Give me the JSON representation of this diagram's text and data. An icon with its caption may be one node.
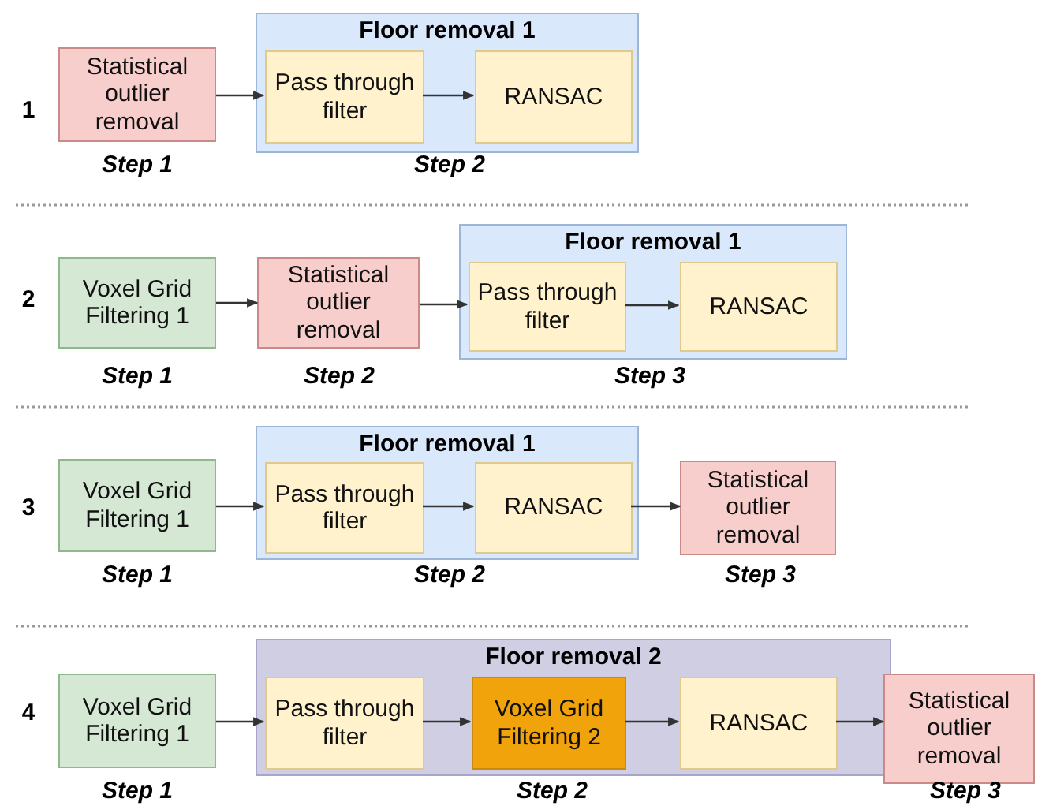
{
  "diagram": {
    "nodes": [
      {
        "text": [
          "Statistical outlier removal"
        ],
        "beside": [
          "Step 1"
        ]
      },
      {
        "text": [
          "Floor removal 1"
        ],
        "beside": [
          "Step 2"
        ]
      },
      {
        "text": [
          "Pass through filter"
        ],
        "in": 1
      },
      {
        "text": [
          "RANSAC"
        ],
        "in": 1
      },
      {
        "text": [
          "Voxel Grid Filtering 1"
        ],
        "beside": [
          "Step 1"
        ]
      },
      {
        "text": [
          "Statistical outlier removal"
        ],
        "beside": [
          "Step 2"
        ]
      },
      {
        "text": [
          "Floor removal 1"
        ],
        "beside": [
          "Step 3"
        ]
      },
      {
        "text": [
          "Pass through filter"
        ],
        "in": 6
      },
      {
        "text": [
          "RANSAC"
        ],
        "in": 6
      },
      {
        "text": [
          "Voxel Grid Filtering 1"
        ],
        "beside": [
          "Step 1"
        ]
      },
      {
        "text": [
          "Floor removal 1"
        ],
        "beside": [
          "Step 2"
        ]
      },
      {
        "text": [
          "Pass through filter"
        ],
        "in": 10
      },
      {
        "text": [
          "RANSAC"
        ],
        "in": 10
      },
      {
        "text": [
          "Statistical outlier removal"
        ],
        "beside": [
          "Step 3"
        ]
      },
      {
        "text": [
          "Voxel Grid Filtering 1"
        ],
        "beside": [
          "Step 1"
        ]
      },
      {
        "text": [
          "Floor removal 2"
        ],
        "beside": [
          "Step 2"
        ]
      },
      {
        "text": [
          "Pass through filter"
        ],
        "in": 15
      },
      {
        "text": [
          "Voxel Grid Filtering 2"
        ],
        "in": 15
      },
      {
        "text": [
          "RANSAC"
        ],
        "in": 15
      },
      {
        "text": [
          "Statistical outlier removal"
        ],
        "beside": [
          "Step 3"
        ]
      }
    ],
    "edges": [
      {
        "from": 0,
        "to": 2,
        "arrow": "to"
      },
      {
        "from": 2,
        "to": 3,
        "arrow": "to"
      },
      {
        "from": 4,
        "to": 5,
        "arrow": "to"
      },
      {
        "from": 5,
        "to": 7,
        "arrow": "to"
      },
      {
        "from": 7,
        "to": 8,
        "arrow": "to"
      },
      {
        "from": 9,
        "to": 11,
        "arrow": "to"
      },
      {
        "from": 11,
        "to": 12,
        "arrow": "to"
      },
      {
        "from": 12,
        "to": 13,
        "arrow": "to"
      },
      {
        "from": 14,
        "to": 16,
        "arrow": "to"
      },
      {
        "from": 16,
        "to": 17,
        "arrow": "to"
      },
      {
        "from": 17,
        "to": 18,
        "arrow": "to"
      },
      {
        "from": 18,
        "to": 19,
        "arrow": "to"
      }
    ],
    "labels": [
      "1",
      "2",
      "3",
      "4"
    ]
  }
}
